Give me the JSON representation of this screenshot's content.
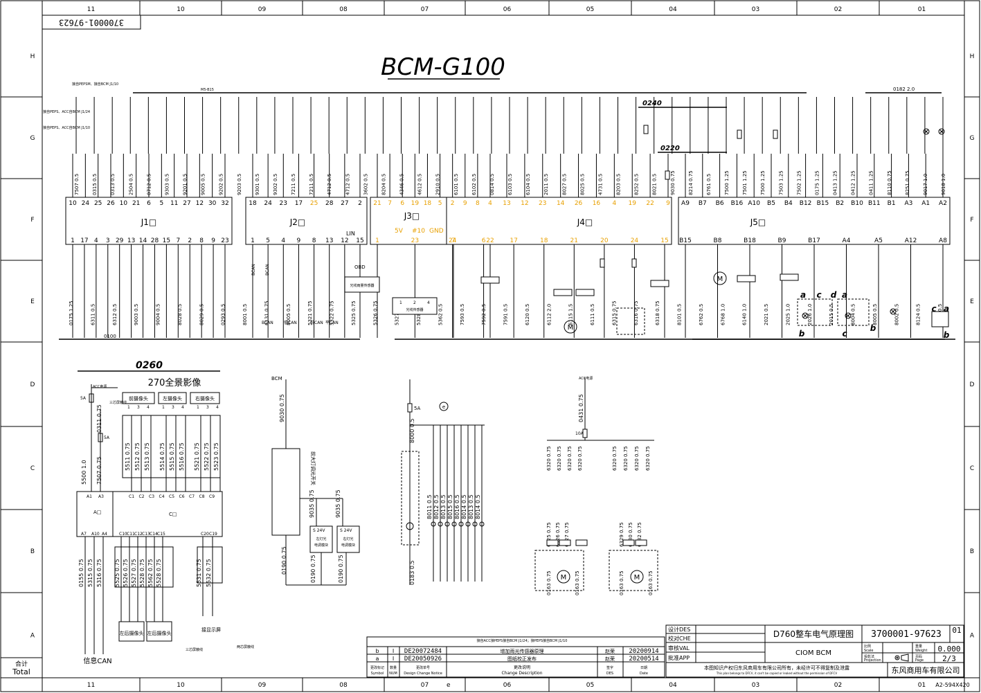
{
  "frame": {
    "columns": [
      "11",
      "10",
      "09",
      "08",
      "07",
      "06",
      "05",
      "04",
      "03",
      "02",
      "01"
    ],
    "rows": [
      "H",
      "G",
      "F",
      "E",
      "D",
      "C",
      "B",
      "A"
    ],
    "doc_number_flipped": "3700001-97623",
    "total_label": "合计\nTotal",
    "sheet_size": "A2-594X420",
    "bottom_column_mark_e": "e"
  },
  "title": "BCM-G100",
  "connectors": {
    "J1": {
      "label": "J1□",
      "top_pins": [
        "10",
        "24",
        "25",
        "26",
        "10",
        "21",
        "6",
        "5",
        "11",
        "27",
        "12",
        "30",
        "32"
      ],
      "bottom_pins": [
        "1",
        "17",
        "4",
        "3",
        "29",
        "13",
        "14",
        "28",
        "15",
        "7",
        "2",
        "8",
        "9",
        "23"
      ]
    },
    "J2": {
      "label": "J2□",
      "top_pins": [
        "18",
        "24",
        "23",
        "17",
        "25",
        "28",
        "27",
        "2"
      ],
      "bottom_pins": [
        "1",
        "5",
        "4",
        "9",
        "8",
        "13",
        "12",
        "15"
      ]
    },
    "J3": {
      "label": "J3□",
      "top_pins": [
        "21",
        "7",
        "6",
        "19",
        "18",
        "5",
        "2",
        "9",
        "8",
        "4"
      ],
      "bottom_pins": [
        "1",
        "23",
        "24",
        "22"
      ],
      "bottom_names": [
        "5V",
        "#10",
        "GND"
      ]
    },
    "J4": {
      "label": "J4□",
      "top_pins": [
        "13",
        "12",
        "23",
        "14",
        "26",
        "16",
        "4",
        "19",
        "22",
        "9"
      ],
      "bottom_pins": [
        "7",
        "6",
        "17",
        "18",
        "21",
        "20",
        "24",
        "15"
      ]
    },
    "J5": {
      "label": "J5□",
      "top_pins": [
        "A9",
        "B7",
        "B6",
        "B16",
        "A10",
        "B5",
        "B4",
        "B12",
        "B15",
        "B2",
        "B10",
        "B11",
        "B1",
        "A3",
        "A1",
        "A2"
      ],
      "bottom_pins": [
        "B15",
        "B8",
        "B18",
        "B9",
        "B17",
        "A4",
        "A5",
        "A12",
        "A8"
      ]
    }
  },
  "wire_labels_top": [
    "7507 0.5",
    "0315 0.5",
    "0313 0.5",
    "2504 0.5",
    "0712 0.5",
    "9303 0.5",
    "9201 0.5",
    "9005 0.5",
    "9202 0.5",
    "9203 0.5",
    "9301 0.5",
    "9302 0.5",
    "7211 0.5",
    "7211 0.5",
    "4712 0.5",
    "4712 0.5",
    "3602 0.5",
    "8204 0.5",
    "4346 0.5",
    "4612 0.5",
    "2910 0.5",
    "6101 0.5",
    "6102 0.5",
    "0814 0.5",
    "6103 0.5",
    "6104 0.5",
    "2011 0.5",
    "8027 0.5",
    "8025 0.5",
    "4731 0.5",
    "8203 0.5",
    "8252 0.5",
    "8021 0.5",
    "9030 0.75",
    "8214 0.75",
    "6761 0.5",
    "7500 1.25",
    "7501 1.25",
    "7500 1.25",
    "7503 1.25",
    "7502 1.25",
    "0175 1.25",
    "0413 1.25",
    "0412 1.25",
    "0411 1.25",
    "8110 0.75",
    "8251 0.75",
    "9017 1.0",
    "9018 1.0"
  ],
  "wire_labels_bottom": [
    "0175 1.25",
    "6311 0.5",
    "6312 0.5",
    "9003 0.5",
    "9004 0.5",
    "8028 0.5",
    "8029 0.5",
    "0293 0.5",
    "8001 0.5",
    "6131 0.75",
    "8005 0.5",
    "5321 0.75",
    "5322 0.75",
    "5325 0.75",
    "5326 0.75",
    "5327 0.75",
    "5328 0.75",
    "5362 0.5",
    "7593 0.5",
    "7592 0.5",
    "7591 0.5",
    "6120 0.5",
    "6112 2.0",
    "6115 1.5",
    "6111 0.5",
    "6315 0.75",
    "6316 0.75",
    "6318 0.75",
    "8101 0.5",
    "6762 0.5",
    "6768 1.0",
    "6140 1.0",
    "2021 0.5",
    "2025 1.0",
    "2026 1.0",
    "2015 0.5",
    "8004 0.5",
    "8005 0.5",
    "8002 0.5",
    "8124 0.5",
    "5362 0.5"
  ],
  "bus_labels": {
    "b0240": "0240",
    "b0220": "0220",
    "b0100": "0100",
    "b0182": "0182 2.0",
    "mb15": "M5-B15"
  },
  "can_labels": [
    "BCAN",
    "BCAN",
    "低CAN",
    "低CAN",
    "平CAN"
  ],
  "lin_label": "LIN",
  "obd_label": "OBD",
  "top_left_notes": [
    "接自PEPS、ACC自BCM J1/24",
    "接自PEPS、ACC自BCM J1/10",
    "接自PEPSM、接自BCM J1/10"
  ],
  "sensor_labels": [
    "光线雨量传感器",
    "光线传感器"
  ],
  "panorama": {
    "bus": "0260",
    "title": "270全景影像",
    "acc": "ACC电源",
    "fuse1": "5A",
    "fuse2": "5A",
    "cameras_top": [
      "前摄像头",
      "左摄像头",
      "右摄像头"
    ],
    "cameras_bottom": [
      "左后摄像头",
      "左后摄像头"
    ],
    "sub_labels_top": [
      "1",
      "3",
      "4",
      "1",
      "3",
      "4",
      "1",
      "3",
      "4"
    ],
    "wires_top": [
      "5511 0.75",
      "5512 0.75",
      "5513 0.75",
      "5514 0.75",
      "5515 0.75",
      "5516 0.75",
      "5521 0.75",
      "5522 0.75",
      "5523 0.75"
    ],
    "pins_top": [
      "A1",
      "A3",
      "C1",
      "C2",
      "C3",
      "C4",
      "C5",
      "C6",
      "C7",
      "C8",
      "C9"
    ],
    "module_a": "A□",
    "module_c": "C□",
    "pins_bottom": [
      "A7",
      "A10",
      "A4",
      "C10",
      "C11",
      "C12",
      "C13",
      "C14",
      "C15",
      "C20",
      "C19"
    ],
    "wires_left": [
      "5500 1.0",
      "7507 0.75",
      "0311 0.75"
    ],
    "wires_bottom": [
      "0155 0.75",
      "5315 0.75",
      "5316 0.75",
      "5525 0.75",
      "5526 0.75",
      "5527 0.75",
      "5528 0.75",
      "5562 0.75",
      "5528 0.75",
      "5531 0.75",
      "5532 0.75"
    ],
    "can_label": "信息CAN",
    "display_label": "接显示屏",
    "wire_note": "三芯屏蔽线",
    "wire_note2": "两芯屏蔽线"
  },
  "headlamp": {
    "bcm": "BCM",
    "feed": "9030 0.75",
    "switch_label": "前大灯调光开关",
    "pins": [
      "3",
      "4"
    ],
    "wires": [
      "9035 0.75",
      "9035 0.75",
      "0190 0.75",
      "0190 0.75",
      "0190 0.75"
    ],
    "left_module": "左灯光\n电调模块",
    "right_module": "右灯光\n电调模块",
    "module_pins": [
      "S 24V",
      "S 24V"
    ]
  },
  "lamps": {
    "fuse": "5A",
    "feed": "8000 0.5",
    "ground": "0183 0.5",
    "mark_e": "e",
    "wires": [
      "8011 0.5",
      "8012 0.5",
      "8013 0.5",
      "8015 0.5",
      "8016 0.5",
      "8014 0.5",
      "8013 0.5",
      "8014 0.5"
    ]
  },
  "mirrors": {
    "acc": "ACC电源",
    "feed": "0431 0.75",
    "fuse": "10A",
    "left_wires": [
      "6320 0.75",
      "6320 0.75",
      "6320 0.75",
      "6320 0.75",
      "6325 0.75",
      "6326 0.75",
      "6327 0.75"
    ],
    "right_wires": [
      "6320 0.75",
      "6320 0.75",
      "6320 0.75",
      "6320 0.75",
      "6329 0.75",
      "6330 0.75",
      "6332 0.75"
    ],
    "grounds": [
      "0163 0.75",
      "0163 0.75",
      "0163 0.75",
      "0163 0.75"
    ]
  },
  "revisions": [
    {
      "mark": "b",
      "num": "I",
      "notice": "DE20072484",
      "desc": "增加雨光传感器原理",
      "des": "赵荣",
      "date": "20200914"
    },
    {
      "mark": "a",
      "num": "I",
      "notice": "DE20050926",
      "desc": "图纸校正发布",
      "des": "赵荣",
      "date": "20200514"
    }
  ],
  "revision_headers": {
    "mark": "更改标记\nSymbol",
    "num": "数量\nNUM",
    "notice": "更改单号\nDesign Change Notice",
    "desc": "更改说明\nChange Description",
    "des": "签字\nDES",
    "date": "日期\nDate"
  },
  "revision_note": "接自ACC接PEPS接自BCM J1/24；接PEPS接自BCM J1/10",
  "title_block": {
    "des": "设计DES",
    "che": "校对CHE",
    "val": "审核VAL",
    "app": "批准APP",
    "drawing_title": "D760整车电气原理图",
    "drawing_no": "3700001-97623",
    "sheet_mark": "01",
    "subtitle": "CIOM BCM",
    "scale_label": "比例\nScale",
    "projection_label": "投影法\nProjection",
    "weight_label": "重量\nWeight",
    "page_label": "页码\nPage",
    "weight": "0.000",
    "page": "2/3",
    "company": "东风商用车有限公司",
    "copyright": "本图知识产权归东风商用车有限公司所有，未经许可不得复制及泄露",
    "copyright_en": "This plan belongs to DFCV, it can't be copied or leaked without the permission of DFCV"
  }
}
